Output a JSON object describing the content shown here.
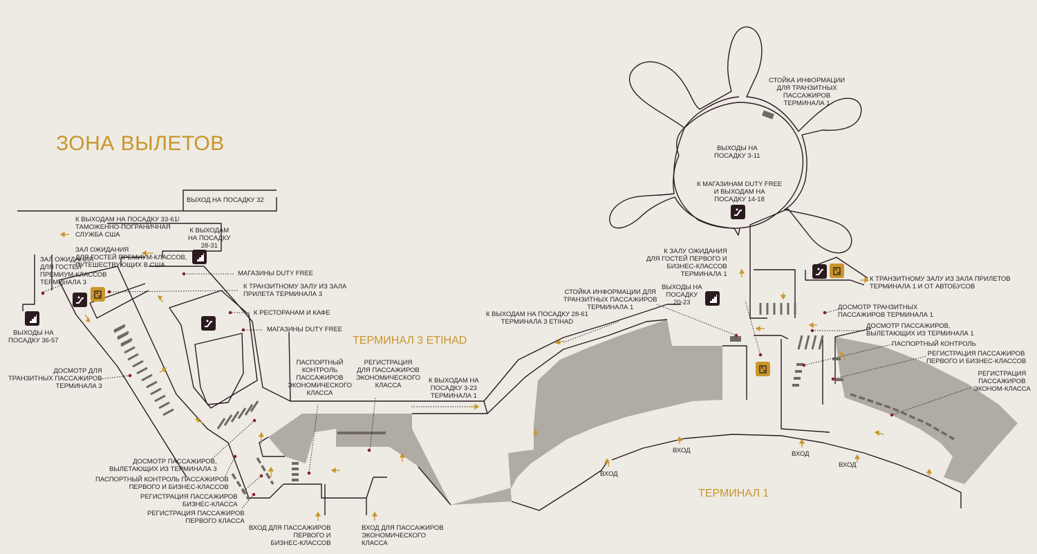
{
  "title": "ЗОНА ВЫЛЕТОВ",
  "terminals": {
    "t3": "ТЕРМИНАЛ 3 ETIHAD",
    "t1": "ТЕРМИНАЛ 1"
  },
  "colors": {
    "background": "#eeebe5",
    "wall": "#2b1a1e",
    "building_fill": "#b0aba3",
    "accent_gold": "#c8962a",
    "pin": "#8a1c2b"
  },
  "icons": {
    "stairs": "stairs-icon",
    "escalator": "escalator-icon",
    "elevator": "elevator-icon"
  },
  "labels": {
    "gate32": "ВЫХОД НА ПОСАДКУ 32",
    "to_gates_33_61": "К ВЫХОДАМ НА ПОСАДКУ 33-61/\nТАМОЖЕННО-ПОГРАНИЧНАЯ\nСЛУЖБА США\n\nЗАЛ ОЖИДАНИЯ\nДЛЯ ГОСТЕЙ ПРЕМИУМ-КЛАССОВ,\nПУТЕШЕСТВУЮЩИХ В США",
    "to_gates_28_31": "К ВЫХОДАМ\nНА ПОСАДКУ\n28-31",
    "lounge_t3": "ЗАЛ ОЖИДАНИЯ\nДЛЯ ГОСТЕЙ\nПРЕМИУМ-КЛАССОВ\nТЕРМИНАЛА 3",
    "gates_36_57": "ВЫХОДЫ НА\nПОСАДКУ 36-57",
    "duty_free_1": "МАГАЗИНЫ DUTY FREE",
    "to_transit_t3": "К ТРАНЗИТНОМУ ЗАЛУ ИЗ ЗАЛА\nПРИЛЕТА ТЕРМИНАЛА 3",
    "restaurants": "К РЕСТОРАНАМ И КАФЕ",
    "duty_free_2": "МАГАЗИНЫ DUTY FREE",
    "transit_screening_t3": "ДОСМОТР ДЛЯ\nТРАНЗИТНЫХ ПАССАЖИРОВ\nТЕРМИНАЛА 3",
    "passport_econ": "ПАСПОРТНЫЙ\nКОНТРОЛЬ\nПАССАЖИРОВ\nЭКОНОМИЧЕСКОГО\nКЛАССА",
    "checkin_econ": "РЕГИСТРАЦИЯ\nДЛЯ ПАССАЖИРОВ\nЭКОНОМИЧЕСКОГО\nКЛАССА",
    "to_gates_3_23": "К ВЫХОДАМ НА\nПОСАДКУ 3-23\nТЕРМИНАЛА 1",
    "to_gates_28_61": "К ВЫХОДАМ НА ПОСАДКУ 28-61\nТЕРМИНАЛА 3 ETIHAD",
    "screening_t3": "ДОСМОТР ПАССАЖИРОВ,\nВЫЛЕТАЮЩИХ ИЗ ТЕРМИНАЛА 3",
    "passport_first_biz": "ПАСПОРТНЫЙ КОНТРОЛЬ ПАССАЖИРОВ\nПЕРВОГО И БИЗНЕС-КЛАССОВ",
    "checkin_biz": "РЕГИСТРАЦИЯ ПАССАЖИРОВ\nБИЗНЕС-КЛАССА",
    "checkin_first": "РЕГИСТРАЦИЯ ПАССАЖИРОВ\nПЕРВОГО КЛАССА",
    "entrance_first_biz": "ВХОД ДЛЯ ПАССАЖИРОВ\nПЕРВОГО И\nБИЗНЕС-КЛАССОВ",
    "entrance_econ": "ВХОД ДЛЯ ПАССАЖИРОВ\nЭКОНОМИЧЕСКОГО\nКЛАССА",
    "transit_info_t1_top": "СТОЙКА ИНФОРМАЦИИ\nДЛЯ ТРАНЗИТНЫХ\nПАССАЖИРОВ\nТЕРМИНАЛА 1",
    "gates_3_11": "ВЫХОДЫ НА\nПОСАДКУ 3-11",
    "shops_gates_14_18": "К МАГАЗИНАМ DUTY FREE\nИ ВЫХОДАМ НА\nПОСАДКУ 14-18",
    "lounge_t1": "К ЗАЛУ ОЖИДАНИЯ\nДЛЯ ГОСТЕЙ ПЕРВОГО И\nБИЗНЕС-КЛАССОВ\nТЕРМИНАЛА 1",
    "transit_info_t1": "СТОЙКА ИНФОРМАЦИИ ДЛЯ\nТРАНЗИТНЫХ ПАССАЖИРОВ\nТЕРМИНАЛА 1",
    "gates_20_23": "ВЫХОДЫ НА\nПОСАДКУ\n20-23",
    "to_transit_t1": "К ТРАНЗИТНОМУ ЗАЛУ ИЗ ЗАЛА ПРИЛЕТОВ\nТЕРМИНАЛА 1 И ОТ АВТОБУСОВ",
    "transit_screening_t1": "ДОСМОТР ТРАНЗИТНЫХ\nПАССАЖИРОВ ТЕРМИНАЛА 1",
    "screening_t1": "ДОСМОТР ПАССАЖИРОВ,\nВЫЛЕТАЮЩИХ ИЗ ТЕРМИНАЛА 1",
    "passport_t1": "ПАСПОРТНЫЙ КОНТРОЛЬ",
    "checkin_first_biz_t1": "РЕГИСТРАЦИЯ ПАССАЖИРОВ\nПЕРВОГО И БИЗНЕС-КЛАССОВ",
    "checkin_econ_t1": "РЕГИСТРАЦИЯ\nПАССАЖИРОВ\nЭКОНОМ-КЛАССА",
    "entrance_1": "ВХОД",
    "entrance_2": "ВХОД",
    "entrance_3": "ВХОД",
    "entrance_4": "ВХОД"
  }
}
